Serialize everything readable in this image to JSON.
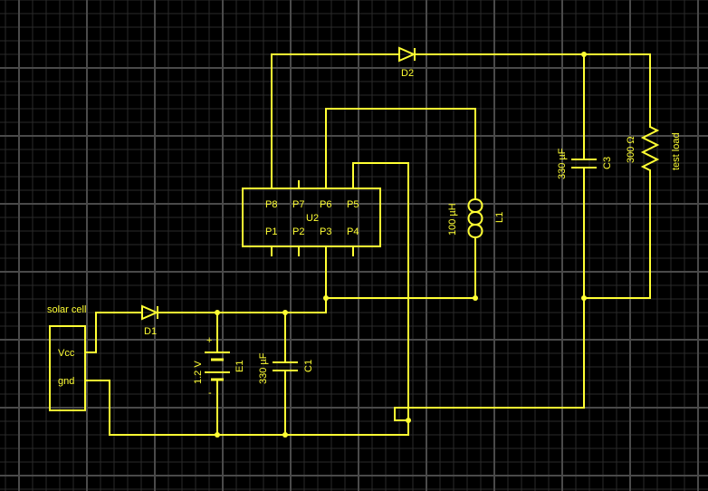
{
  "theme": {
    "background": "#000000",
    "grid_minor": "#2a2a2a",
    "grid_major": "#4a4a4a",
    "wire": "#ffff33"
  },
  "solar_cell": {
    "title": "solar cell",
    "vcc": "Vcc",
    "gnd": "gnd"
  },
  "d1": {
    "ref": "D1"
  },
  "d2": {
    "ref": "D2"
  },
  "e1": {
    "ref": "E1",
    "value": "1.2 V",
    "plus": "+",
    "minus": "-"
  },
  "c1": {
    "ref": "C1",
    "value": "330 µF"
  },
  "c3": {
    "ref": "C3",
    "value": "330 µF"
  },
  "u2": {
    "ref": "U2",
    "pins_top": [
      "P8",
      "P7",
      "P6",
      "P5"
    ],
    "pins_bottom": [
      "P1",
      "P2",
      "P3",
      "P4"
    ]
  },
  "l1": {
    "ref": "L1",
    "value": "100 µH"
  },
  "load": {
    "value": "300 Ω",
    "label": "test load"
  }
}
